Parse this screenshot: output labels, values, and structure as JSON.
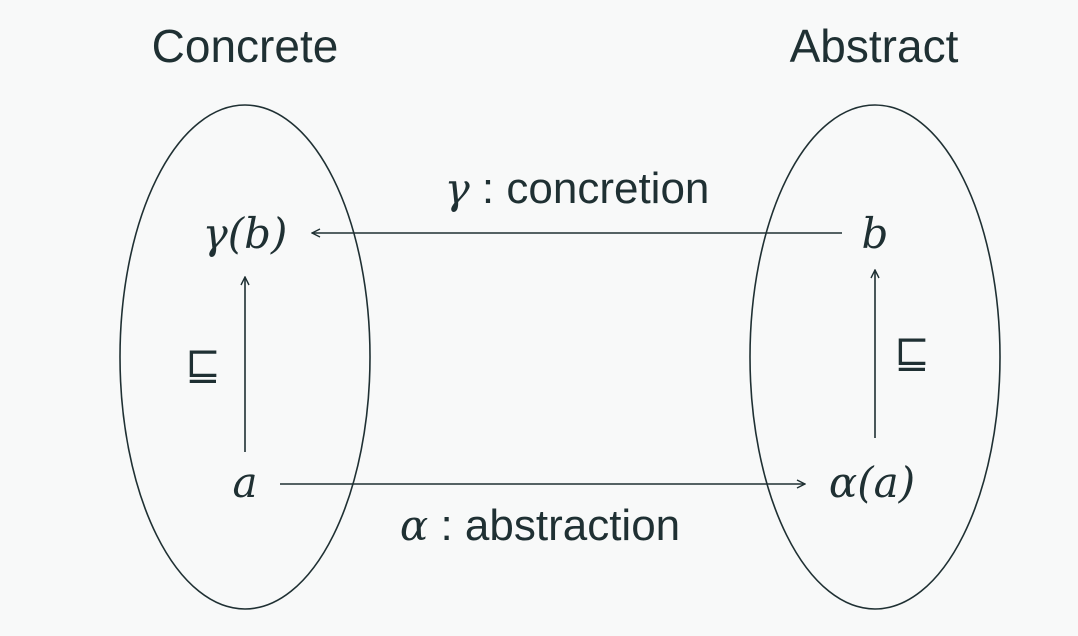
{
  "titles": {
    "concrete": "Concrete",
    "abstract": "Abstract"
  },
  "nodes": {
    "gamma_b": "γ(b)",
    "b": "b",
    "a": "a",
    "alpha_a": "α(a)"
  },
  "arrows": {
    "concretion": {
      "symbol": "γ",
      "sep": " : ",
      "text": "concretion"
    },
    "abstraction": {
      "symbol": "α",
      "sep": " : ",
      "text": "abstraction"
    },
    "order_left": "⊑",
    "order_right": "⊑"
  }
}
